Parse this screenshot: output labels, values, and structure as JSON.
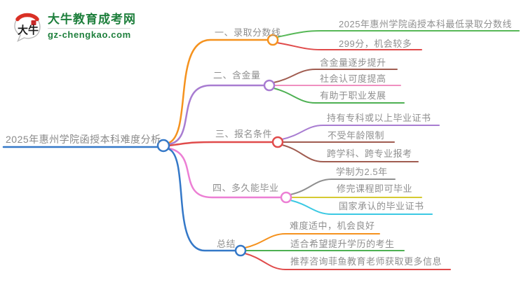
{
  "logo": {
    "title": "大牛教育成考网",
    "domain": "gz-chengkao.com",
    "icon_text": "大牛",
    "brand_color": "#1e7f3c"
  },
  "mindmap": {
    "root": {
      "label": "2025年惠州学院函授本科难度分析",
      "color": "#3478c8"
    },
    "branches": [
      {
        "label": "一、录取分数线",
        "color": "#f5921e",
        "children": [
          {
            "label": "2025年惠州学院函授本科最低录取分数线",
            "color": "#57b857"
          },
          {
            "label": "299分，机会较多",
            "color": "#e04b4b"
          }
        ]
      },
      {
        "label": "二、含金量",
        "color": "#a87cd1",
        "children": [
          {
            "label": "含金量逐步提升",
            "color": "#a05c50"
          },
          {
            "label": "社会认可度提高",
            "color": "#f08fc0"
          },
          {
            "label": "有助于职业发展",
            "color": "#4db052"
          }
        ]
      },
      {
        "label": "三、报名条件",
        "color": "#e04b4b",
        "children": [
          {
            "label": "持有专科或以上毕业证书",
            "color": "#a87cd1"
          },
          {
            "label": "不受年龄限制",
            "color": "#a05c50"
          },
          {
            "label": "跨学科、跨专业报考",
            "color": "#a05c50"
          }
        ]
      },
      {
        "label": "四、多久能毕业",
        "color": "#ec7fd4",
        "children": [
          {
            "label": "学制为2.5年",
            "color": "#8e8e8e"
          },
          {
            "label": "修完课程即可毕业",
            "color": "#d5ca32"
          },
          {
            "label": "国家承认的毕业证书",
            "color": "#3bc9e3"
          }
        ]
      },
      {
        "label": "总结",
        "color": "#3478c8",
        "children": [
          {
            "label": "难度适中，机会良好",
            "color": "#f5921e"
          },
          {
            "label": "适合希望提升学历的考生",
            "color": "#4db052"
          },
          {
            "label": "推荐咨询菲鱼教育老师获取更多信息",
            "color": "#e04b4b"
          }
        ]
      }
    ]
  }
}
